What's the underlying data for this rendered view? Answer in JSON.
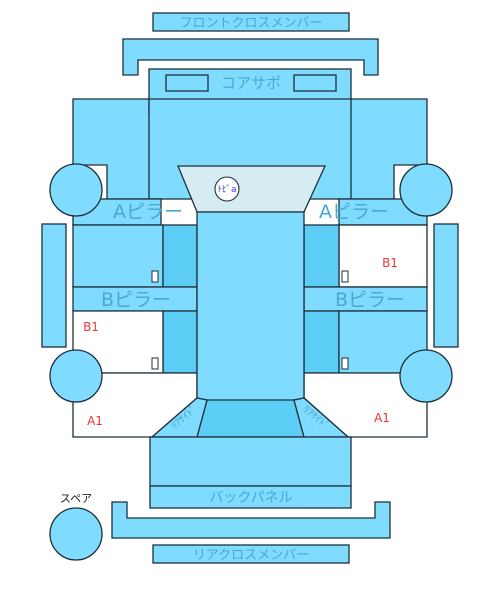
{
  "diagram": {
    "labels": {
      "front_cross_member": "フロントクロスメンバー",
      "core_support": "コアサポ",
      "a_pillar_left": "Aピラー",
      "a_pillar_right": "Aピラー",
      "b_pillar_left": "Bピラー",
      "b_pillar_right": "Bピラー",
      "back_panel": "バックパネル",
      "rear_cross_member": "リアクロスメンバー",
      "spare": "スペア",
      "roof_marker": "ﾄﾋﾟa",
      "rear_left_side": "ﾘｱｻｲﾄﾞ",
      "rear_right_side": "ﾘｱｻｲﾄﾞ",
      "b1_right": "B1",
      "b1_left": "B1",
      "a1_left": "A1",
      "a1_right": "A1"
    },
    "colors": {
      "panel_fill": "#7fdcff",
      "panel_dark": "#5ccdf5",
      "outline": "#1e2f3a",
      "label_text": "#49a8d2",
      "damage_text": "#e53935",
      "roof_fill": "#d6ecf3"
    }
  }
}
